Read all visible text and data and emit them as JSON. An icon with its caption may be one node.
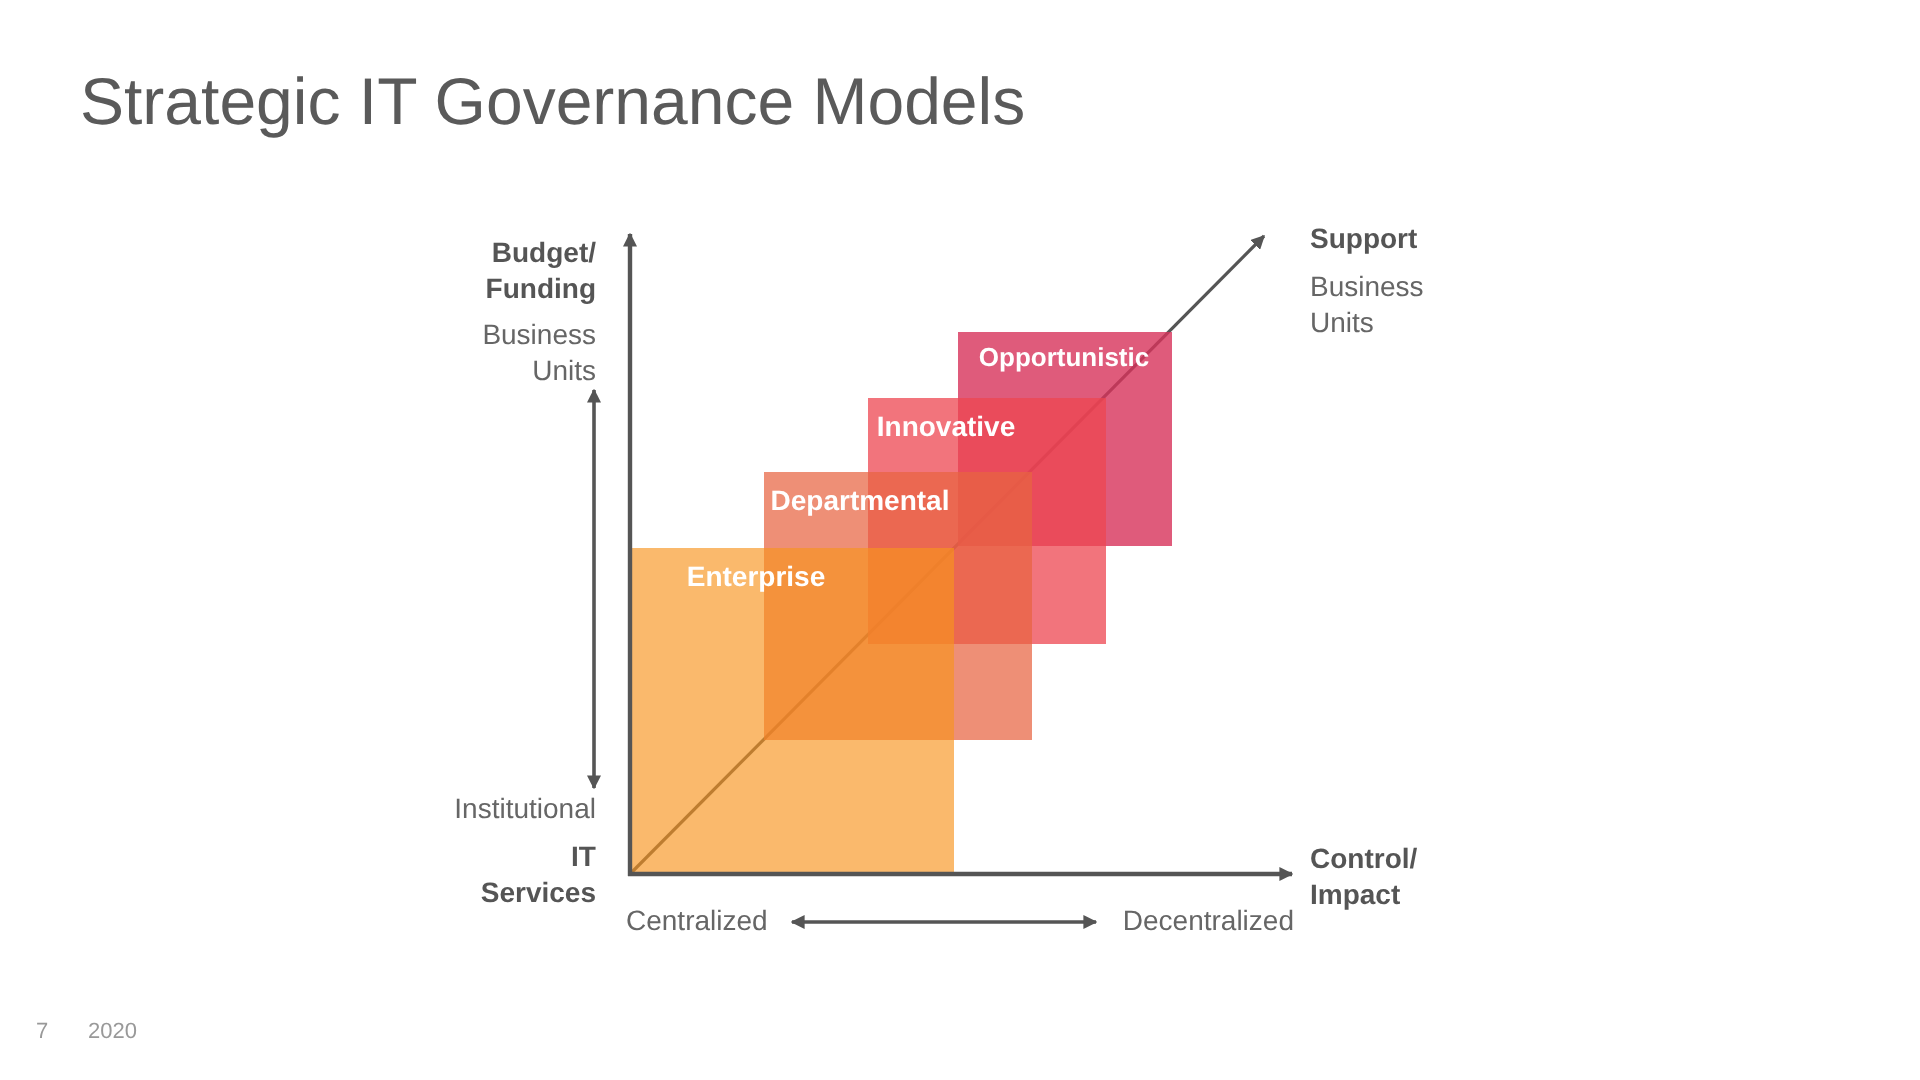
{
  "diagram": {
    "title": "Strategic IT Governance Models",
    "nodes": [
      {
        "text": [
          "Enterprise"
        ]
      },
      {
        "text": [
          "Departmental"
        ]
      },
      {
        "text": [
          "Innovative"
        ]
      },
      {
        "text": [
          "Opportunistic"
        ]
      },
      {
        "text": [
          "Business Units"
        ]
      },
      {
        "text": [
          "Institutional"
        ]
      },
      {
        "text": [
          "Centralized"
        ]
      },
      {
        "text": [
          "Decentralized"
        ]
      }
    ],
    "edges": [
      {
        "from": 4,
        "to": 5,
        "arrow": "both"
      },
      {
        "from": 6,
        "to": 7,
        "arrow": "both"
      }
    ],
    "labels": [
      "Budget/ Funding",
      "Support",
      "Business Units",
      "IT Services",
      "Control/ Impact",
      "7",
      "2020"
    ]
  }
}
